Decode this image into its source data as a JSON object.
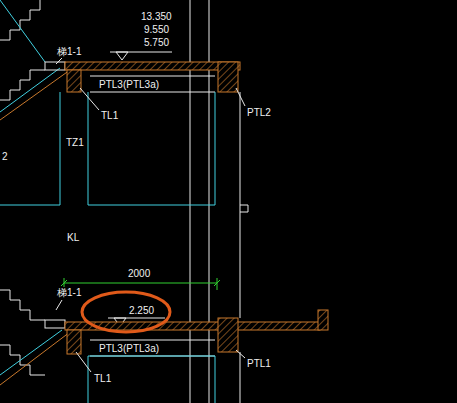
{
  "diagram": {
    "labels": [
      "13.350",
      "9.550",
      "5.750",
      "梯1-1",
      "PTL3(PTL3a)",
      "TL1",
      "PTL2",
      "TZ1",
      "2",
      "KL",
      "2000",
      "梯1-1",
      "2.250",
      "PTL3(PTL3a)",
      "TL1",
      "PTL1"
    ]
  }
}
